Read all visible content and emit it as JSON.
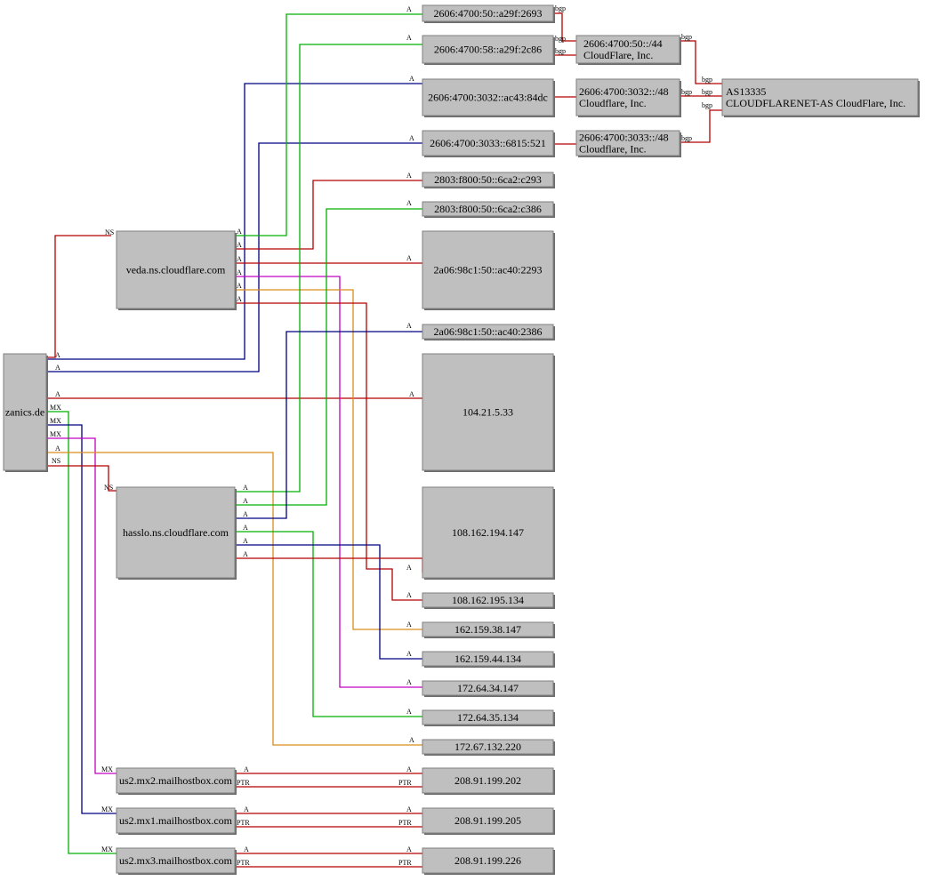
{
  "diagram": {
    "colors": {
      "node_fill": "#c0bfc0",
      "node_border": "#7f7f7f",
      "node_shadow": "#6c6c6c",
      "red": "#b30000",
      "green": "#00b000",
      "blue": "#000080",
      "magenta": "#c000c0",
      "orange": "#d98c1a"
    },
    "nodes": [
      {
        "id": "zanics",
        "lines": [
          "zanics.de"
        ]
      },
      {
        "id": "veda",
        "lines": [
          "veda.ns.cloudflare.com"
        ]
      },
      {
        "id": "hasslo",
        "lines": [
          "hasslo.ns.cloudflare.com"
        ]
      },
      {
        "id": "mx2",
        "lines": [
          "us2.mx2.mailhostbox.com"
        ]
      },
      {
        "id": "mx1",
        "lines": [
          "us2.mx1.mailhostbox.com"
        ]
      },
      {
        "id": "mx3",
        "lines": [
          "us2.mx3.mailhostbox.com"
        ]
      },
      {
        "id": "ip6a",
        "lines": [
          "2606:4700:50::a29f:2693"
        ]
      },
      {
        "id": "ip6b",
        "lines": [
          "2606:4700:58::a29f:2c86"
        ]
      },
      {
        "id": "ip6c",
        "lines": [
          "2606:4700:3032::ac43:84dc"
        ]
      },
      {
        "id": "ip6d",
        "lines": [
          "2606:4700:3033::6815:521"
        ]
      },
      {
        "id": "ip6e",
        "lines": [
          "2803:f800:50::6ca2:c293"
        ]
      },
      {
        "id": "ip6f",
        "lines": [
          "2803:f800:50::6ca2:c386"
        ]
      },
      {
        "id": "ip6g",
        "lines": [
          "2a06:98c1:50::ac40:2293"
        ]
      },
      {
        "id": "ip6h",
        "lines": [
          "2a06:98c1:50::ac40:2386"
        ]
      },
      {
        "id": "ip4a",
        "lines": [
          "104.21.5.33"
        ]
      },
      {
        "id": "ip4b",
        "lines": [
          "108.162.194.147"
        ]
      },
      {
        "id": "ip4c",
        "lines": [
          "108.162.195.134"
        ]
      },
      {
        "id": "ip4d",
        "lines": [
          "162.159.38.147"
        ]
      },
      {
        "id": "ip4e",
        "lines": [
          "162.159.44.134"
        ]
      },
      {
        "id": "ip4f",
        "lines": [
          "172.64.34.147"
        ]
      },
      {
        "id": "ip4g",
        "lines": [
          "172.64.35.134"
        ]
      },
      {
        "id": "ip4h",
        "lines": [
          "172.67.132.220"
        ]
      },
      {
        "id": "ip4i",
        "lines": [
          "208.91.199.202"
        ]
      },
      {
        "id": "ip4j",
        "lines": [
          "208.91.199.205"
        ]
      },
      {
        "id": "ip4k",
        "lines": [
          "208.91.199.226"
        ]
      },
      {
        "id": "pfx44",
        "lines": [
          "2606:4700:50::/44",
          "CloudFlare, Inc."
        ]
      },
      {
        "id": "pfx3032",
        "lines": [
          "2606:4700:3032::/48",
          "Cloudflare, Inc."
        ]
      },
      {
        "id": "pfx3033",
        "lines": [
          "2606:4700:3033::/48",
          "Cloudflare, Inc."
        ]
      },
      {
        "id": "as13335",
        "lines": [
          "AS13335",
          "CLOUDFLARENET-AS CloudFlare, Inc."
        ]
      }
    ],
    "edges": [
      {
        "from": "zanics",
        "to": "veda",
        "label": "NS",
        "color": "red"
      },
      {
        "from": "zanics",
        "to": "ip6c",
        "label": "A",
        "color": "blue"
      },
      {
        "from": "zanics",
        "to": "ip6d",
        "label": "A",
        "color": "blue"
      },
      {
        "from": "zanics",
        "to": "ip4a",
        "label": "A",
        "color": "red"
      },
      {
        "from": "zanics",
        "to": "mx3",
        "label": "MX",
        "color": "green"
      },
      {
        "from": "zanics",
        "to": "mx1",
        "label": "MX",
        "color": "blue"
      },
      {
        "from": "zanics",
        "to": "mx2",
        "label": "MX",
        "color": "magenta"
      },
      {
        "from": "zanics",
        "to": "ip4h",
        "label": "A",
        "color": "orange"
      },
      {
        "from": "zanics",
        "to": "hasslo",
        "label": "NS",
        "color": "red"
      },
      {
        "from": "veda",
        "to": "ip6a",
        "label": "A",
        "color": "green"
      },
      {
        "from": "veda",
        "to": "ip6e",
        "label": "A",
        "color": "red"
      },
      {
        "from": "veda",
        "to": "ip6g",
        "label": "A",
        "color": "red"
      },
      {
        "from": "veda",
        "to": "ip4f",
        "label": "A",
        "color": "magenta"
      },
      {
        "from": "veda",
        "to": "ip4d",
        "label": "A",
        "color": "orange"
      },
      {
        "from": "veda",
        "to": "ip4c",
        "label": "A",
        "color": "red"
      },
      {
        "from": "hasslo",
        "to": "ip6b",
        "label": "A",
        "color": "green"
      },
      {
        "from": "hasslo",
        "to": "ip6f",
        "label": "A",
        "color": "green"
      },
      {
        "from": "hasslo",
        "to": "ip6h",
        "label": "A",
        "color": "blue"
      },
      {
        "from": "hasslo",
        "to": "ip4g",
        "label": "A",
        "color": "green"
      },
      {
        "from": "hasslo",
        "to": "ip4e",
        "label": "A",
        "color": "blue"
      },
      {
        "from": "hasslo",
        "to": "ip4b",
        "label": "A",
        "color": "red"
      },
      {
        "from": "mx2",
        "to": "ip4i",
        "label": "A",
        "color": "red"
      },
      {
        "from": "ip4i",
        "to": "mx2",
        "label": "PTR",
        "color": "red"
      },
      {
        "from": "mx1",
        "to": "ip4j",
        "label": "A",
        "color": "red"
      },
      {
        "from": "ip4j",
        "to": "mx1",
        "label": "PTR",
        "color": "red"
      },
      {
        "from": "mx3",
        "to": "ip4k",
        "label": "A",
        "color": "red"
      },
      {
        "from": "ip4k",
        "to": "mx3",
        "label": "PTR",
        "color": "red"
      },
      {
        "from": "ip6a",
        "to": "pfx44",
        "label": "bgp",
        "color": "red"
      },
      {
        "from": "ip6b",
        "to": "pfx44",
        "label": "bgp",
        "color": "red"
      },
      {
        "from": "ip6c",
        "to": "pfx3032",
        "label": "",
        "color": "red"
      },
      {
        "from": "ip6d",
        "to": "pfx3033",
        "label": "",
        "color": "red"
      },
      {
        "from": "pfx44",
        "to": "as13335",
        "label": "bgp",
        "color": "red"
      },
      {
        "from": "pfx3032",
        "to": "as13335",
        "label": "bgp",
        "color": "red"
      },
      {
        "from": "pfx3033",
        "to": "as13335",
        "label": "bgp",
        "color": "red"
      }
    ]
  }
}
